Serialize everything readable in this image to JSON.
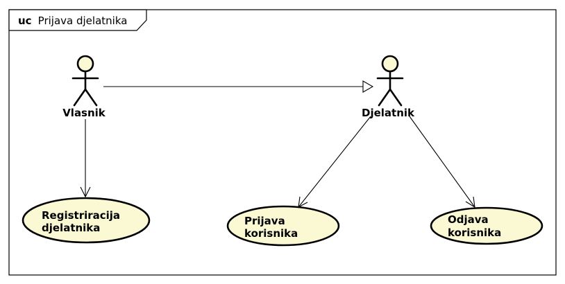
{
  "frame": {
    "keyword": "uc",
    "title": "Prijava djelatnika"
  },
  "actors": {
    "vlasnik": {
      "label": "Vlasnik"
    },
    "djelatnik": {
      "label": "Djelatnik"
    }
  },
  "use_cases": {
    "registracija": {
      "line1": "Registriracija",
      "line2": "djelatnika"
    },
    "prijava": {
      "line1": "Prijava",
      "line2": "korisnika"
    },
    "odjava": {
      "line1": "Odjava",
      "line2": "korisnika"
    }
  },
  "relationships": [
    {
      "from": "Vlasnik",
      "to": "Djelatnik",
      "type": "generalization"
    },
    {
      "from": "Vlasnik",
      "to": "Registriracija djelatnika",
      "type": "association"
    },
    {
      "from": "Djelatnik",
      "to": "Prijava korisnika",
      "type": "association"
    },
    {
      "from": "Djelatnik",
      "to": "Odjava korisnika",
      "type": "association"
    }
  ],
  "colors": {
    "fill": "#fbf8d4",
    "stroke": "#000000",
    "background": "#ffffff"
  }
}
